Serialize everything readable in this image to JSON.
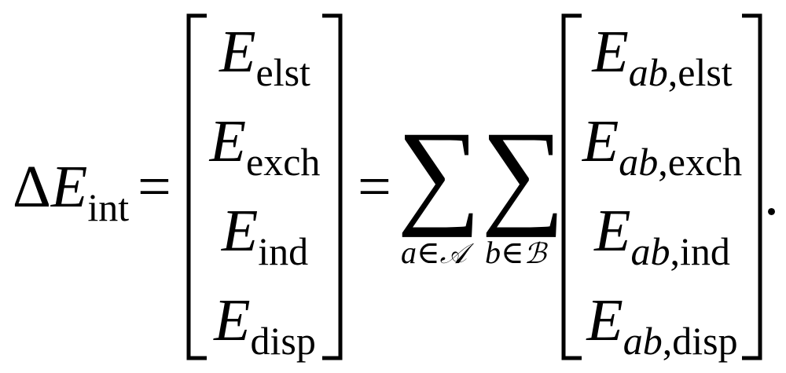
{
  "lhs": {
    "delta": "Δ",
    "E": "E",
    "sub": "int",
    "equals1": "=",
    "equals2": "="
  },
  "vector1": {
    "entries": [
      {
        "E": "E",
        "sub": "elst"
      },
      {
        "E": "E",
        "sub": "exch"
      },
      {
        "E": "E",
        "sub": "ind"
      },
      {
        "E": "E",
        "sub": "disp"
      }
    ]
  },
  "sums": {
    "symbol": "∑",
    "first": {
      "var": "a",
      "in": "∈",
      "set": "𝒜"
    },
    "second": {
      "var": "b",
      "in": "∈",
      "set": "ℬ"
    }
  },
  "vector2": {
    "entries": [
      {
        "E": "E",
        "subit": "ab",
        "sub": ",elst"
      },
      {
        "E": "E",
        "subit": "ab",
        "sub": ",exch"
      },
      {
        "E": "E",
        "subit": "ab",
        "sub": ",ind"
      },
      {
        "E": "E",
        "subit": "ab",
        "sub": ",disp"
      }
    ]
  },
  "period": "."
}
